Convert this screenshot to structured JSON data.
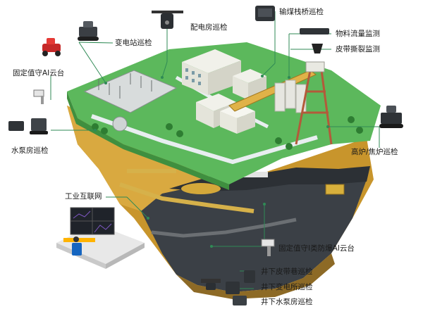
{
  "labels": {
    "substation_patrol": "变电站巡检",
    "distribution_room_patrol": "配电房巡检",
    "coal_trestle_patrol": "输煤栈桥巡检",
    "material_flow_monitoring": "物料流量监测",
    "belt_tear_monitoring": "皮带撕裂监测",
    "fixed_duty_ai_gimbal": "固定值守AI云台",
    "pump_room_patrol": "水泵房巡检",
    "blast_furnace_patrol": "高炉/焦炉巡检",
    "industrial_internet": "工业互联网",
    "fixed_duty_explosion_proof_ai_gimbal": "固定值守Ⅰ类防爆AI云台",
    "underground_belt_roadway_patrol": "井下皮带巷巡检",
    "underground_substation_patrol": "井下变电所巡检",
    "underground_pump_room_patrol": "井下水泵房巡检"
  },
  "colors": {
    "accent_green": "#1f8a4c",
    "grass": "#5cb85c",
    "soil": "#c8952c",
    "rock": "#3a3f45",
    "leader_line": "#2f8a55"
  }
}
